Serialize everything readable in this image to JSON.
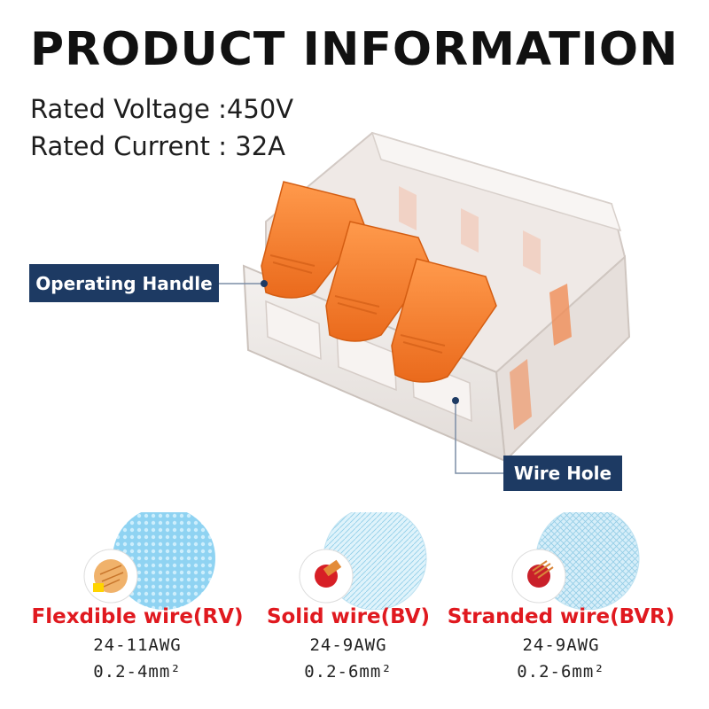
{
  "header": {
    "title": "PRODUCT  INFORMATION",
    "rated_voltage": "Rated Voltage :450V",
    "rated_current": "Rated Current : 32A"
  },
  "callouts": {
    "operating_handle": "Operating Handle",
    "wire_hole": "Wire Hole"
  },
  "colors": {
    "callout_bg": "#1d3a63",
    "handle_orange": "#f47a2a",
    "wire_name_red": "#e0191f"
  },
  "wire_types": [
    {
      "name": "Flexdible wire(RV)",
      "awg": "24-11AWG",
      "cross_section": "0.2-4mm²",
      "icon": "flexible-wire-icon"
    },
    {
      "name": "Solid wire(BV)",
      "awg": "24-9AWG",
      "cross_section": "0.2-6mm²",
      "icon": "solid-wire-icon"
    },
    {
      "name": "Stranded wire(BVR)",
      "awg": "24-9AWG",
      "cross_section": "0.2-6mm²",
      "icon": "stranded-wire-icon"
    }
  ]
}
